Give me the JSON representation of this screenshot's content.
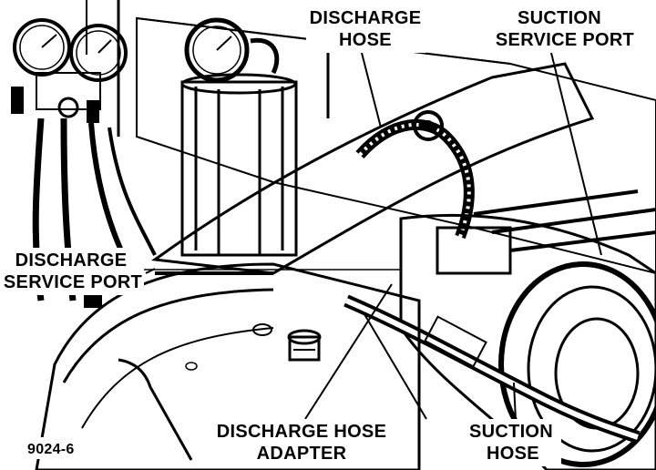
{
  "labels": {
    "discharge_hose": [
      "DISCHARGE",
      "HOSE"
    ],
    "suction_service_port": [
      "SUCTION",
      "SERVICE PORT"
    ],
    "discharge_service_port": [
      "DISCHARGE",
      "SERVICE PORT"
    ],
    "discharge_hose_adapter": [
      "DISCHARGE HOSE",
      "ADAPTER"
    ],
    "suction_hose": [
      "SUCTION",
      "HOSE"
    ]
  },
  "figure_number": "9024-6",
  "colors": {
    "ink": "#000000",
    "paper": "#ffffff"
  }
}
